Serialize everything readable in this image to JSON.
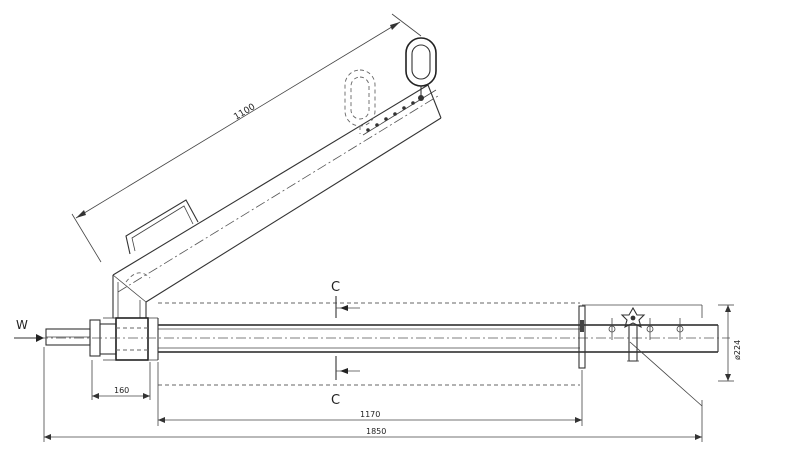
{
  "dimensions": {
    "arm_length": "1100",
    "overall_length": "1850",
    "tube_length": "1170",
    "collar_length": "160",
    "diameter": "ø224"
  },
  "labels": {
    "load_direction": "W",
    "section_top": "C",
    "section_bottom": "C"
  },
  "colors": {
    "line": "#333333",
    "background": "#ffffff"
  }
}
